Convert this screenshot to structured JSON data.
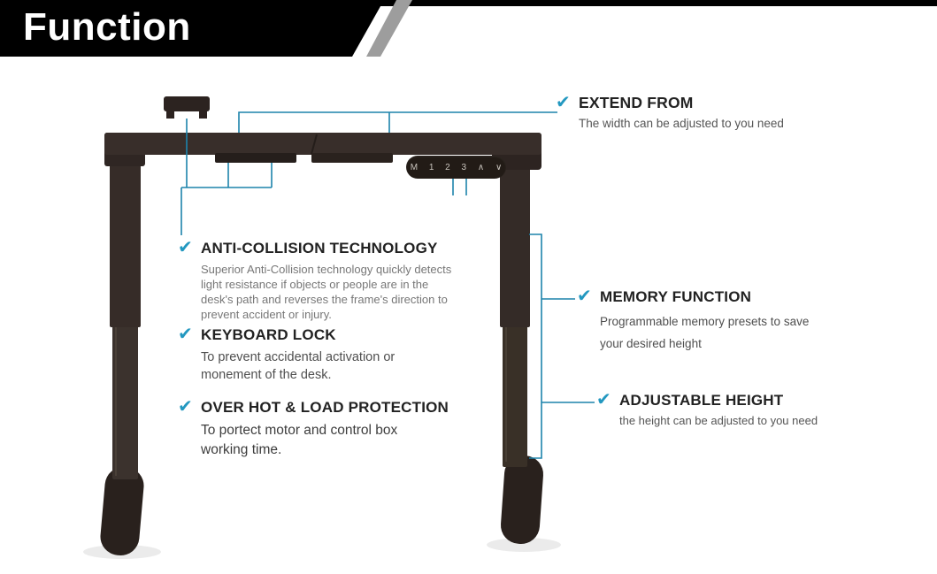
{
  "banner": {
    "title": "Function"
  },
  "desk": {
    "control_panel": {
      "text": "M 1 2 3 ∧ ∨"
    }
  },
  "features": {
    "extend": {
      "title": "EXTEND FROM",
      "body": "The width can be adjusted to you need"
    },
    "anti_collision": {
      "title": "ANTI-COLLISION TECHNOLOGY",
      "body": "Superior Anti-Collision technology quickly detects light resistance if objects or people are in the desk's path and reverses the frame's direction to prevent accident or injury."
    },
    "keyboard_lock": {
      "title": "KEYBOARD LOCK",
      "body": "To prevent accidental activation or monement of the desk."
    },
    "over_hot": {
      "title": "OVER HOT & LOAD PROTECTION",
      "body": "To portect motor and control box working time."
    },
    "memory": {
      "title": "MEMORY FUNCTION",
      "body": "Programmable memory presets to save your desired height"
    },
    "adjustable": {
      "title": "ADJUSTABLE HEIGHT",
      "body": "the height can be adjusted to you need"
    }
  },
  "colors": {
    "accent_line": "#1d84ac",
    "check": "#2398c0",
    "banner_black": "#000000",
    "banner_gray": "#9d9d9d",
    "frame_dark": "#332a27"
  }
}
